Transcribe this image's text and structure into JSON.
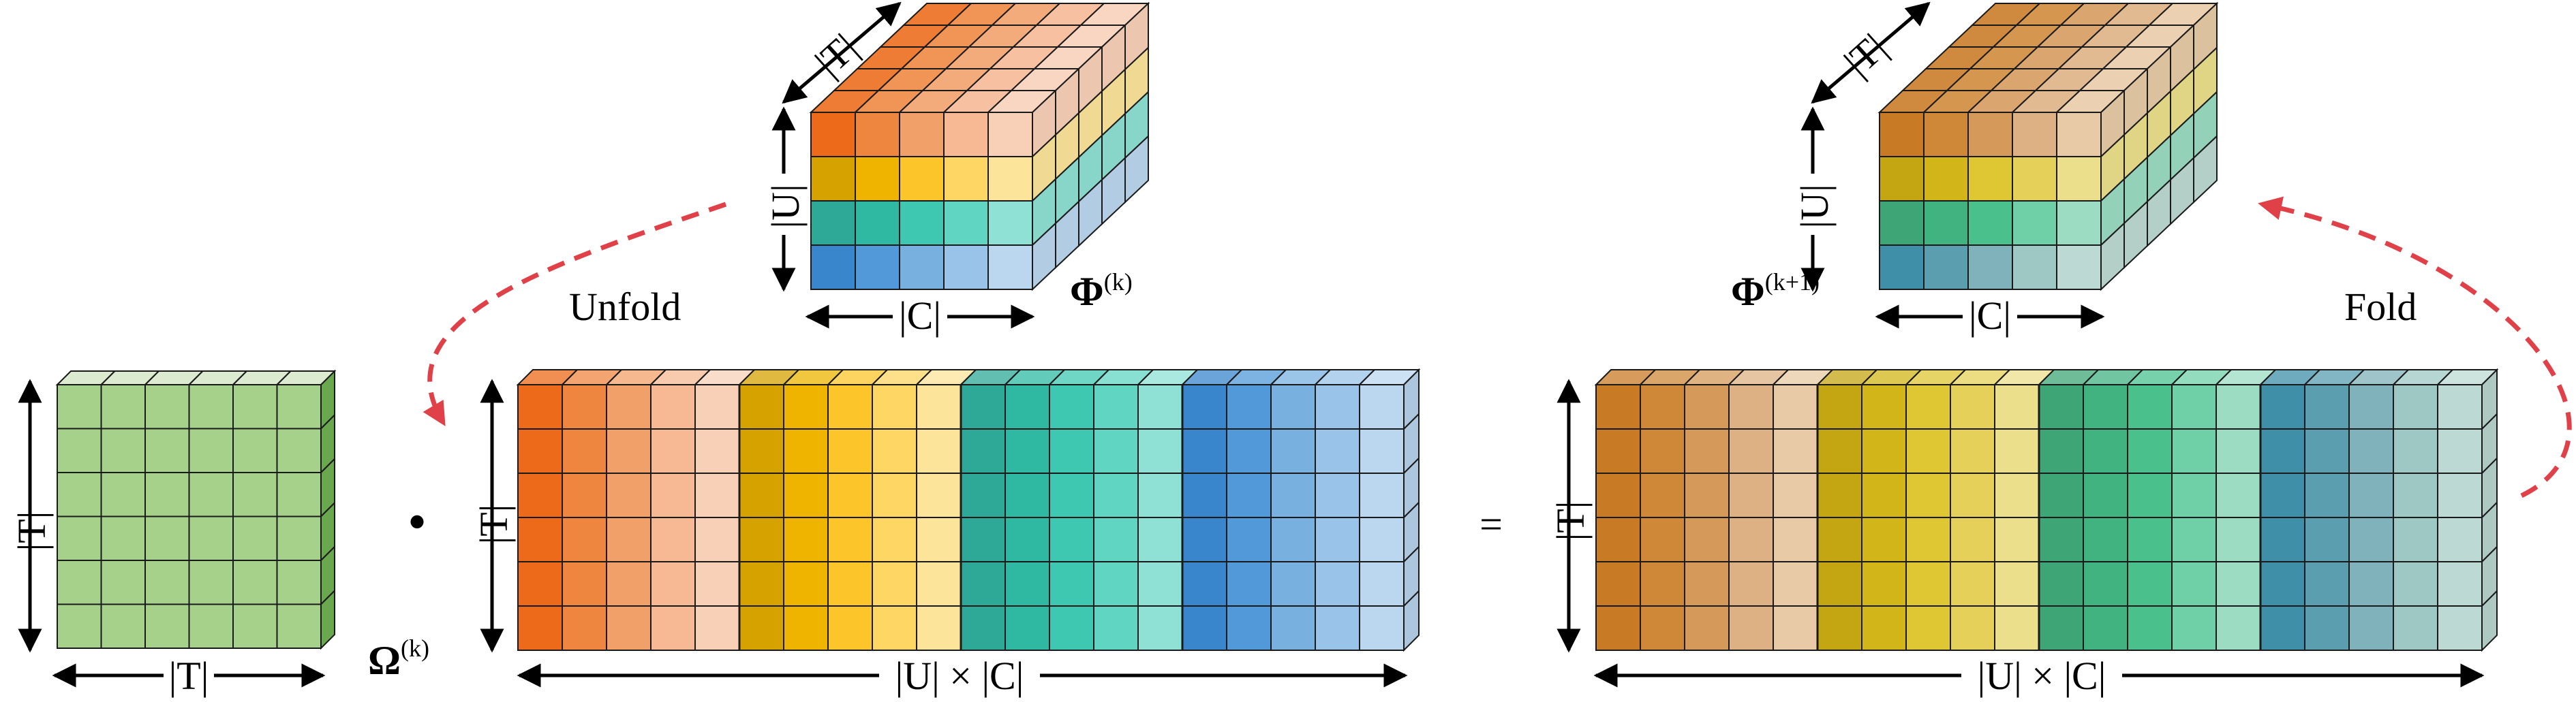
{
  "labels": {
    "unfold": "Unfold",
    "fold": "Fold",
    "operator_dot": "•",
    "equals": "=",
    "dim_T": "|T|",
    "dim_U": "|U|",
    "dim_C": "|C|",
    "dim_UxC": "|U| × |C|",
    "omega": "Ω",
    "omega_sup": "(k)",
    "phi": "Φ",
    "phi_k_sup": "(k)",
    "phi_k1_sup": "(k+1)"
  },
  "colors": {
    "arrow_dashed": "#e04048",
    "omega_front": "#a5d18a",
    "omega_top": "#dcebd0",
    "omega_side": "#6aa84f",
    "phi_k_rows": [
      [
        "#ec6a1a",
        "#ef8640",
        "#f2a06a",
        "#f6b994",
        "#f8d0b8"
      ],
      [
        "#d6a200",
        "#eeb400",
        "#fcc52a",
        "#fdd663",
        "#fde49b"
      ],
      [
        "#2ea897",
        "#2fb9a3",
        "#3fc8b1",
        "#5fd5c2",
        "#8ee1d4"
      ],
      [
        "#3a86cc",
        "#5199d8",
        "#78b0e0",
        "#99c3e8",
        "#bbd7f0"
      ]
    ],
    "phi_k1_rows": [
      [
        "#c97a25",
        "#cf8838",
        "#d5995a",
        "#ddb183",
        "#e8cba6"
      ],
      [
        "#c4a512",
        "#d2b518",
        "#dfc633",
        "#e5d15a",
        "#ecdf8c"
      ],
      [
        "#3ea576",
        "#41b381",
        "#4ac18d",
        "#6fd0a8",
        "#9bdcc3"
      ],
      [
        "#3f8fa8",
        "#5a9eb0",
        "#7fb2ba",
        "#9ec8c4",
        "#bcdad3"
      ]
    ]
  }
}
